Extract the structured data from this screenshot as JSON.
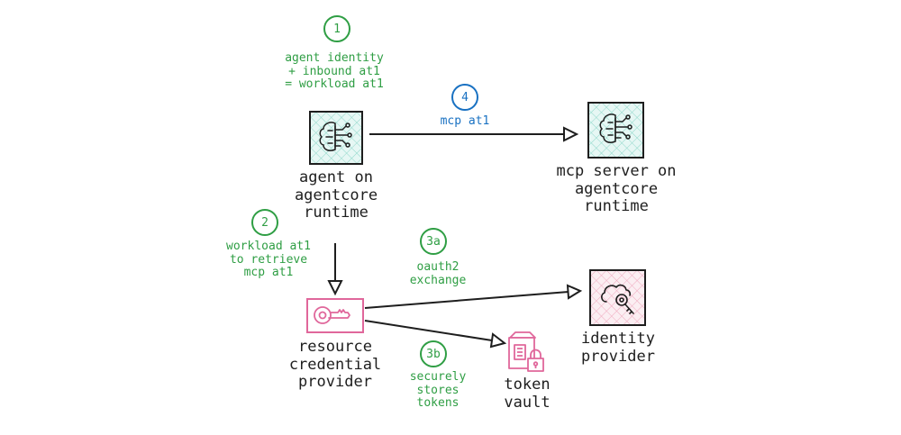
{
  "colors": {
    "green": "#2f9e44",
    "blue": "#1971c2",
    "pink": "#e0679b",
    "teal_fill": "#b2e9e0",
    "pink_fill": "#f6c9d6",
    "ink": "#1e1e1e"
  },
  "nodes": {
    "agent": {
      "label": "agent on\nagentcore\nruntime",
      "icon": "brain-circuit-icon"
    },
    "mcp_server": {
      "label": "mcp server on\nagentcore\nruntime",
      "icon": "brain-circuit-icon"
    },
    "resource_provider": {
      "label": "resource\ncredential\nprovider",
      "icon": "key-icon"
    },
    "identity_provider": {
      "label": "identity\nprovider",
      "icon": "cloud-key-icon"
    },
    "token_vault": {
      "label": "token\nvault",
      "icon": "vault-lock-icon"
    }
  },
  "steps": [
    {
      "id": "1",
      "text": "agent identity\n+ inbound at1\n= workload at1",
      "color": "green"
    },
    {
      "id": "2",
      "text": "workload at1\nto retrieve\nmcp at1",
      "color": "green"
    },
    {
      "id": "3a",
      "text": "oauth2\nexchange",
      "color": "green"
    },
    {
      "id": "3b",
      "text": "securely\nstores\ntokens",
      "color": "green"
    },
    {
      "id": "4",
      "text": "mcp at1",
      "color": "blue"
    }
  ]
}
